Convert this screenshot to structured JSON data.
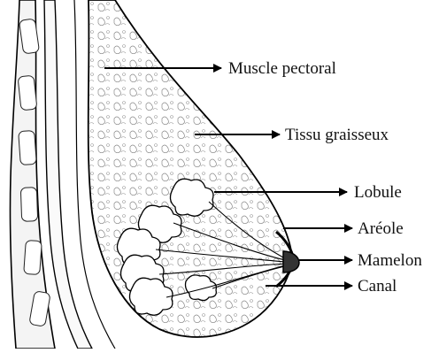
{
  "diagram": {
    "labels": {
      "muscle": "Muscle pectoral",
      "tissu": "Tissu graisseux",
      "lobule": "Lobule",
      "areole": "Aréole",
      "mamelon": "Mamelon",
      "canal": "Canal"
    }
  }
}
